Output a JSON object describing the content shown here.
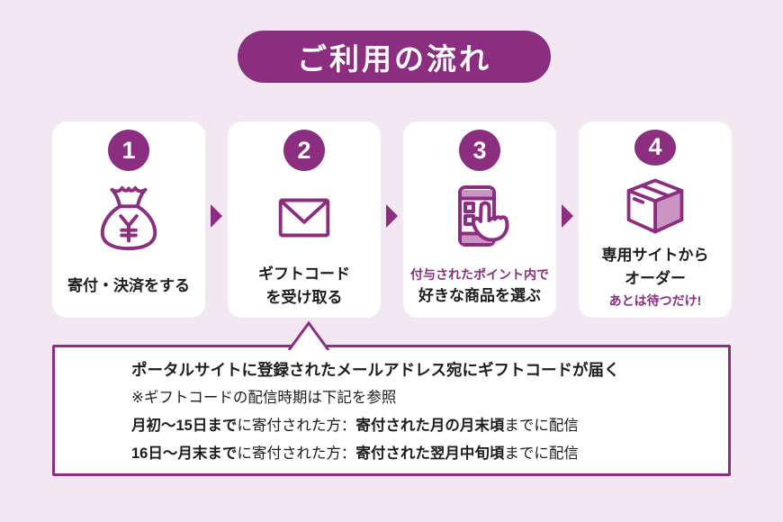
{
  "colors": {
    "background": "#f3e7f2",
    "accent_purple": "#8b2e80",
    "light_purple": "#ca95c3",
    "card_background": "#ffffff",
    "text_dark": "#1d1d1d"
  },
  "title": "ご利用の流れ",
  "steps": [
    {
      "number": "1",
      "icon": "money-bag-icon",
      "lines": [
        {
          "text": "寄付・決済をする"
        }
      ]
    },
    {
      "number": "2",
      "icon": "envelope-icon",
      "lines": [
        {
          "text": "ギフトコード"
        },
        {
          "text": "を受け取る"
        }
      ]
    },
    {
      "number": "3",
      "icon": "smartphone-tap-icon",
      "lines": [
        {
          "text": "付与されたポイント内で"
        },
        {
          "text": "好きな商品を選ぶ"
        }
      ]
    },
    {
      "number": "4",
      "icon": "package-box-icon",
      "lines": [
        {
          "text": "専用サイトから"
        },
        {
          "text": "オーダー"
        },
        {
          "text": "あとは待つだけ!"
        }
      ]
    }
  ],
  "icons": {
    "between_steps": "next-step-arrow-icon",
    "callout_pointer": "callout-pointer-icon"
  },
  "callout": {
    "line1": "ポータルサイトに登録されたメールアドレス宛にギフトコードが届く",
    "line2": "※ギフトコードの配信時期は下記を参照",
    "line3": {
      "bold1": "月初〜15日まで",
      "regular1": "に寄付された方：",
      "bold2": "寄付された月の月末頃",
      "regular2": "までに配信"
    },
    "line4": {
      "bold1": "16日〜月末まで",
      "regular1": "に寄付された方：",
      "bold2": "寄付された翌月中旬頃",
      "regular2": "までに配信"
    }
  }
}
